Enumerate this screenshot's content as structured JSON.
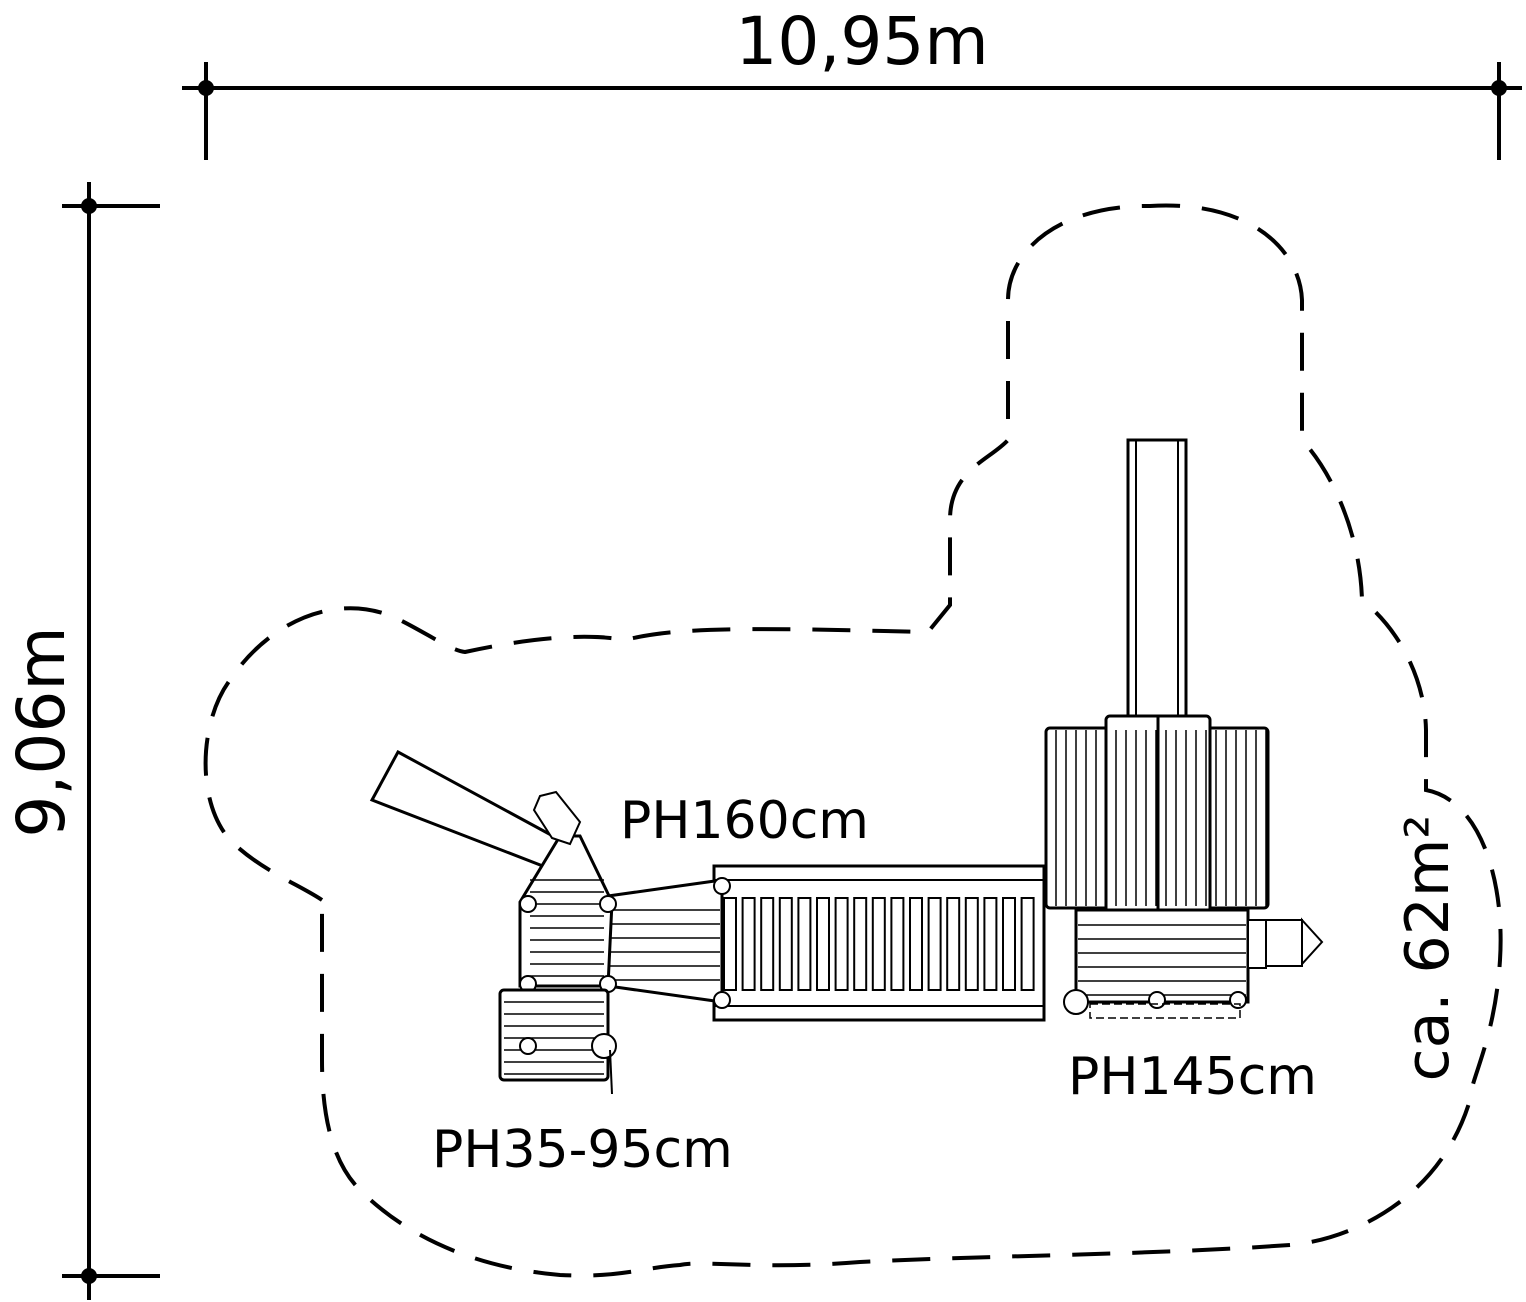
{
  "dimensions": {
    "width_label": "10,95m",
    "height_label": "9,06m"
  },
  "area_label": "ca. 62m²",
  "platform_labels": {
    "ph160": "PH160cm",
    "ph145": "PH145cm",
    "ph35_95": "PH35-95cm"
  },
  "colors": {
    "line": "#000000",
    "background": "#ffffff"
  }
}
